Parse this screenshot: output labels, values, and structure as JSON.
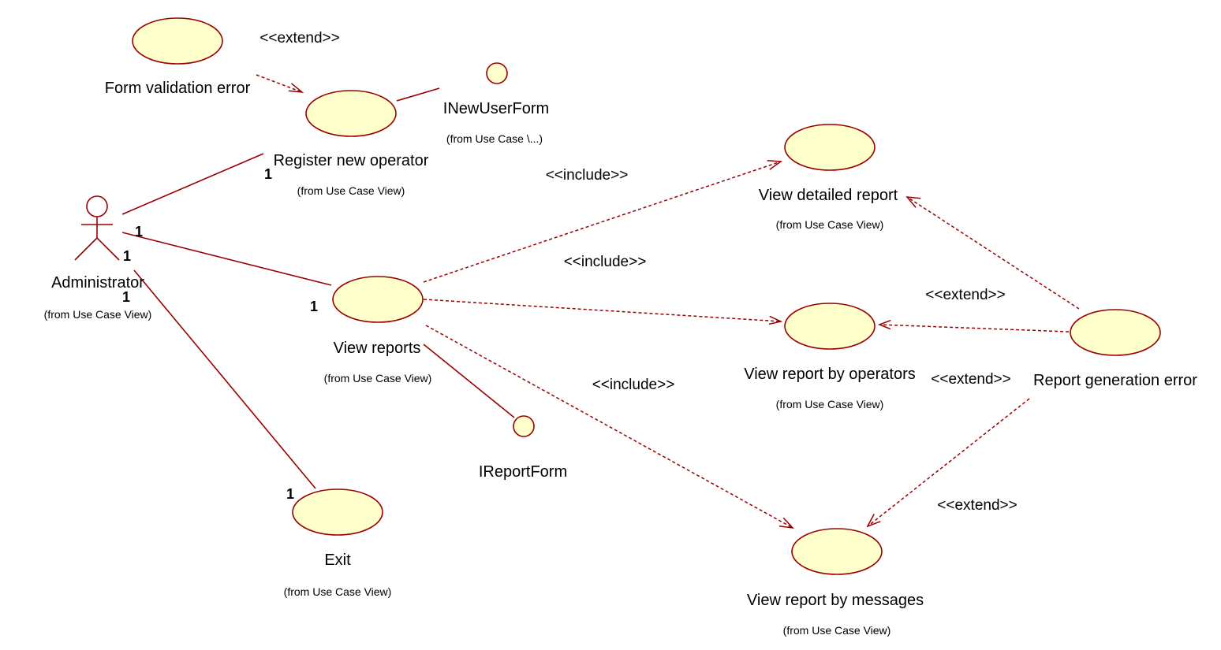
{
  "from_label": "(from Use Case View)",
  "actor": {
    "name": "Administrator"
  },
  "use_cases": {
    "form_validation_error": {
      "name": "Form validation error"
    },
    "register_new_operator": {
      "name": "Register new operator"
    },
    "view_reports": {
      "name": "View reports"
    },
    "exit": {
      "name": "Exit"
    },
    "view_detailed_report": {
      "name": "View detailed report"
    },
    "view_report_by_operators": {
      "name": "View report by operators"
    },
    "view_report_by_messages": {
      "name": "View report by messages"
    },
    "report_generation_error": {
      "name": "Report generation error"
    }
  },
  "interfaces": {
    "inewuserform": {
      "name": "INewUserForm",
      "from": "(from Use Case \\...)"
    },
    "ireportform": {
      "name": "IReportForm"
    }
  },
  "stereotypes": {
    "extend": "<<extend>>",
    "include": "<<include>>"
  },
  "multiplicity": "1",
  "colors": {
    "use_case_fill": "#ffffcc",
    "line": "#990000"
  }
}
